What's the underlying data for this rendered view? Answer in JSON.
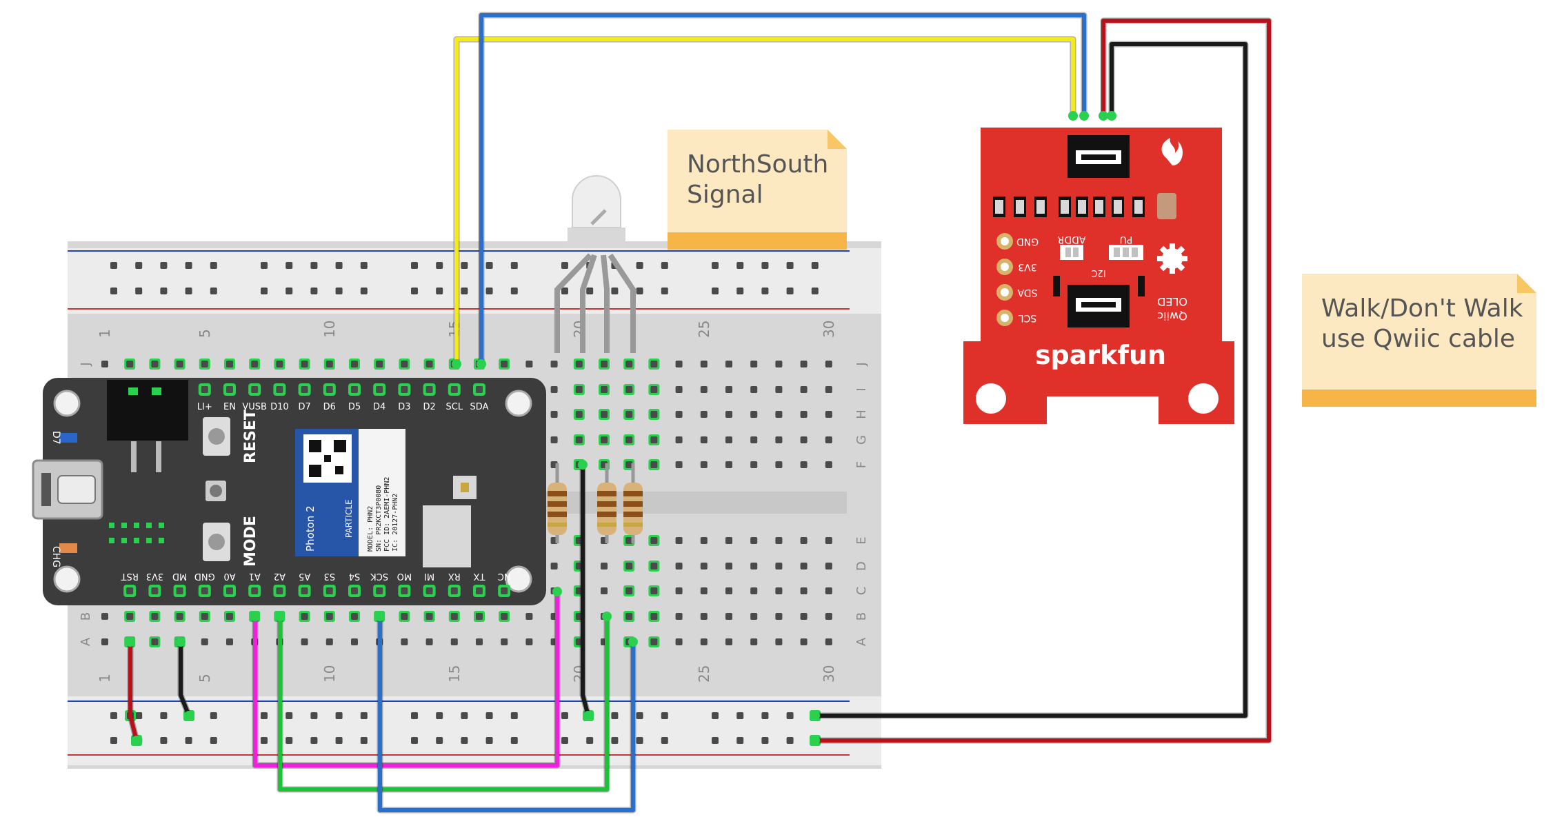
{
  "notes": [
    {
      "id": "northsouth",
      "lines": [
        "NorthSouth",
        "Signal"
      ]
    },
    {
      "id": "walk",
      "lines": [
        "Walk/Don't Walk",
        "use Qwiic cable"
      ]
    }
  ],
  "breadboard": {
    "col_numbers": [
      "1",
      "5",
      "10",
      "15",
      "20",
      "25",
      "30"
    ],
    "row_letters_top": [
      "J",
      "I",
      "H",
      "G",
      "F"
    ],
    "row_letters_bottom": [
      "E",
      "D",
      "C",
      "B",
      "A"
    ]
  },
  "photon": {
    "top_pins": [
      "LI+",
      "EN",
      "VUSB",
      "D10",
      "D7",
      "D6",
      "D5",
      "D4",
      "D3",
      "D2",
      "SCL",
      "SDA"
    ],
    "bottom_pins": [
      "RST",
      "3V3",
      "MD",
      "GND",
      "A0",
      "A1",
      "A2",
      "A5",
      "S3",
      "S4",
      "SCK",
      "MO",
      "MI",
      "RX",
      "TX",
      "NC"
    ],
    "reset_label": "RESET",
    "mode_label": "MODE",
    "d7_label": "D7",
    "chg_label": "CHG",
    "module_name": "Photon 2",
    "module_brand": "PARTICLE",
    "module_info": [
      "MODEL: PHN2",
      "SN: PR2KCT3P0080",
      "FCC ID: 2AEMI-PHN2",
      "IC: 20127-PHN2"
    ]
  },
  "oled": {
    "pins": [
      "GND",
      "3V3",
      "SDA",
      "SCL"
    ],
    "addr_label": "ADDR",
    "pu_label": "PU",
    "i2c_label": "I2C",
    "board_label": [
      "Qwiic",
      "OLED"
    ],
    "brand": "sparkfun"
  },
  "colors": {
    "wire_red": "#b5121b",
    "wire_black": "#1a1a1a",
    "wire_blue": "#2b6fc9",
    "wire_yellow": "#f2ea1c",
    "wire_green": "#1fc13a",
    "wire_magenta": "#ee22dc",
    "board_red": "#e0302a",
    "photon_body": "#3c3c3c",
    "note_bg": "#fde9c1",
    "note_bar": "#f7b548"
  }
}
